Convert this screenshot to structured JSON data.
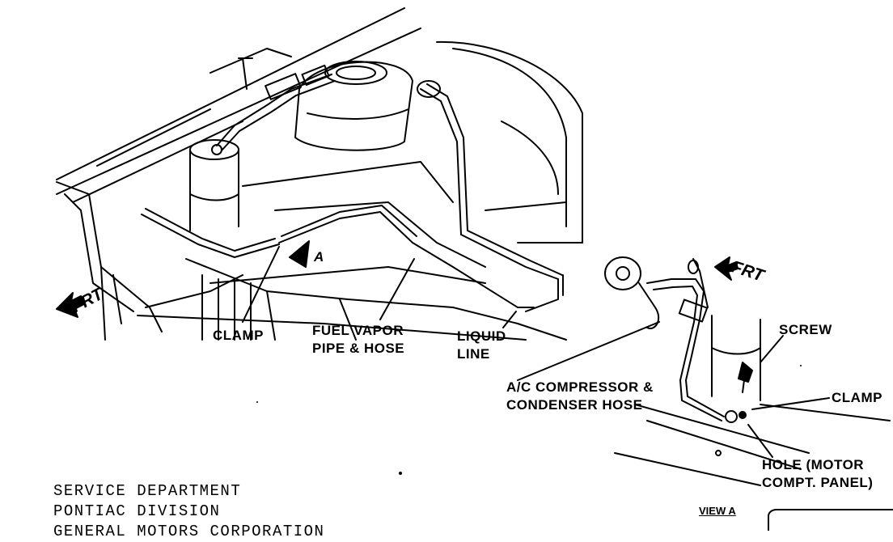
{
  "labels": {
    "clamp_left": "CLAMP",
    "fuel_vapor_1": "FUEL VAPOR",
    "fuel_vapor_2": "PIPE & HOSE",
    "liquid_1": "LIQUID",
    "liquid_2": "LINE",
    "ac_hose_1": "A/C COMPRESSOR &",
    "ac_hose_2": "CONDENSER HOSE",
    "screw": "SCREW",
    "clamp_right": "CLAMP",
    "hole_1": "HOLE (MOTOR",
    "hole_2": "COMPT. PANEL)",
    "frt": "FRT",
    "view_marker": "A",
    "view_a": "VIEW A"
  },
  "footer": {
    "line1": "SERVICE DEPARTMENT",
    "line2": "PONTIAC DIVISION",
    "line3": "GENERAL MOTORS CORPORATION"
  },
  "icons": [
    "front-direction-arrow-icon",
    "view-a-arrow-icon"
  ],
  "colors": {
    "ink": "#000000",
    "paper": "#ffffff"
  }
}
